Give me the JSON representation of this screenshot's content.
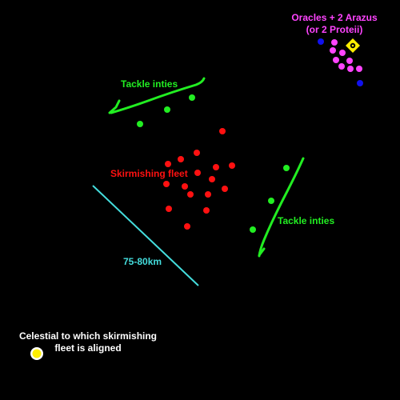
{
  "labels": {
    "oracles_line1": "Oracles + 2 Arazus",
    "oracles_line2": "(or 2 Proteii)",
    "tackle_top": "Tackle inties",
    "tackle_right": "Tackle inties",
    "skirmishing": "Skirmishing fleet",
    "distance": "75-80km",
    "celestial_line1": "Celestial to which skirmishing",
    "celestial_line2": "fleet is aligned"
  },
  "colors": {
    "background": "#000000",
    "oracles": "#ff44ff",
    "tackle": "#22ee22",
    "skirmishing": "#ff1111",
    "distance": "#44dddd",
    "celestial_text": "#ffffff",
    "anchor_blue": "#1111ee",
    "celestial_fill": "#ffee00",
    "celestial_ring": "#ffffff",
    "marker": "#ffee00"
  },
  "icons": {
    "marker": "cyno-marker-icon",
    "celestial": "celestial-icon"
  }
}
